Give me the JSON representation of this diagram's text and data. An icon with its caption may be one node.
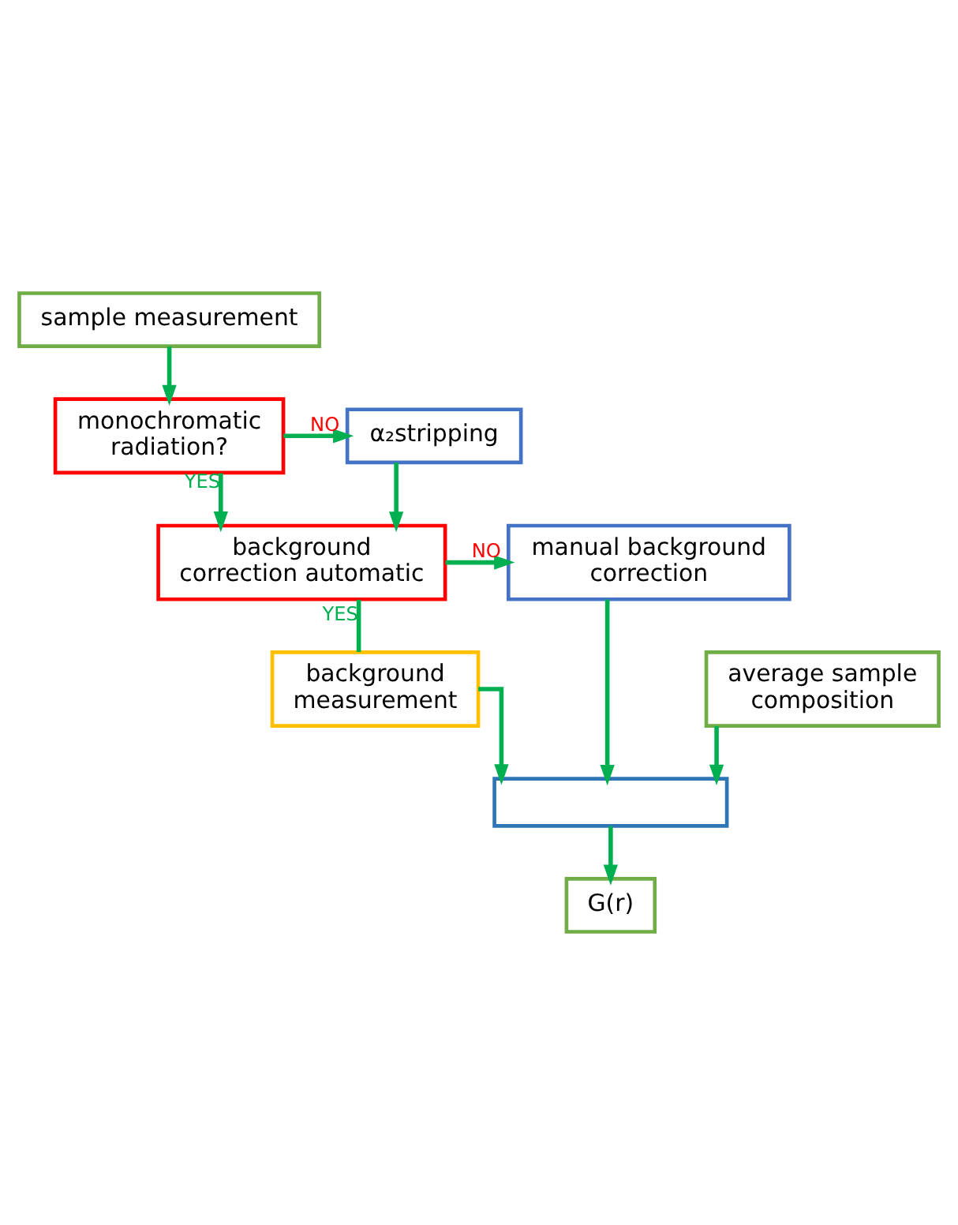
{
  "diagram": {
    "nodes": [
      {
        "text": [
          "sample measurement"
        ]
      },
      {
        "text": [
          "monochromatic radiation?"
        ]
      },
      {
        "text": [
          "α₂stripping"
        ]
      },
      {
        "text": [
          "background correction automatic"
        ]
      },
      {
        "text": [
          "manual background correction"
        ]
      },
      {
        "text": [
          "background measurement"
        ]
      },
      {
        "text": [
          "average sample composition"
        ]
      },
      {
        "text": [],
        "shape": "box"
      },
      {
        "text": [
          "G(r)"
        ]
      }
    ],
    "edges": [
      {
        "from": 0,
        "to": 1,
        "arrow": "to"
      },
      {
        "from": 1,
        "to": 2,
        "arrow": "to",
        "label": "NO"
      },
      {
        "from": 1,
        "to": 3,
        "arrow": "to",
        "label": "YES"
      },
      {
        "from": 2,
        "to": 3,
        "arrow": "to"
      },
      {
        "from": 3,
        "to": 4,
        "arrow": "to",
        "label": "NO"
      },
      {
        "from": 3,
        "to": 5,
        "arrow": "none",
        "label": "YES"
      },
      {
        "from": 5,
        "to": 7,
        "arrow": "to"
      },
      {
        "from": 6,
        "to": 7,
        "arrow": "to"
      },
      {
        "from": 4,
        "to": 7,
        "arrow": "to"
      },
      {
        "from": 7,
        "to": 8,
        "arrow": "to"
      }
    ]
  }
}
